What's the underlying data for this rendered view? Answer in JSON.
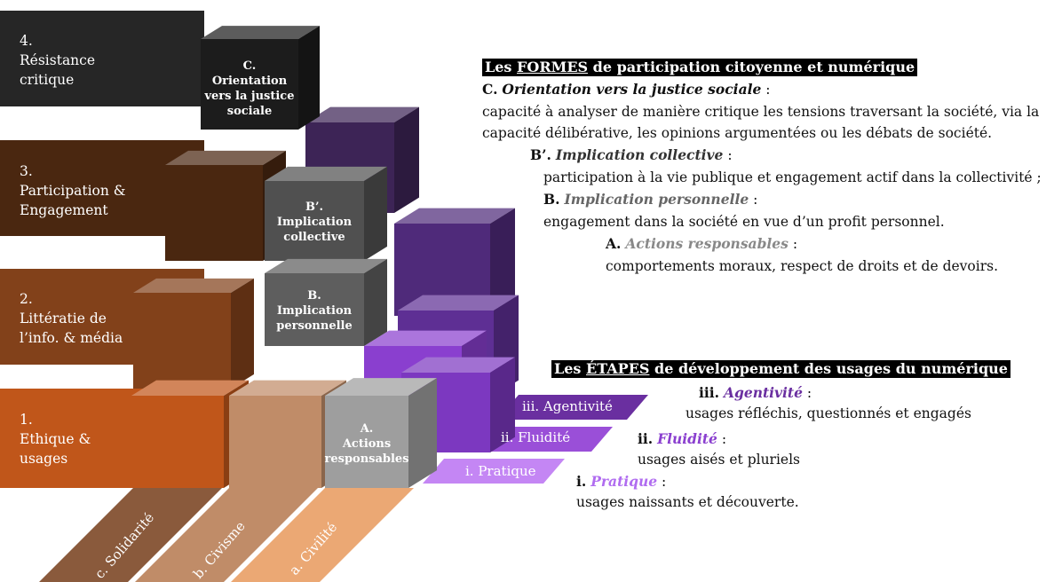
{
  "levels": [
    {
      "num": "4.",
      "label": "Résistance\ncritique",
      "color": "#262626"
    },
    {
      "num": "3.",
      "label": "Participation &\nEngagement",
      "color": "#4a2710"
    },
    {
      "num": "2.",
      "label": "Littératie de\nl’info. & média",
      "color": "#82411a"
    },
    {
      "num": "1.",
      "label": "Ethique &\nusages",
      "color": "#c0561a"
    }
  ],
  "cubes": [
    {
      "label": "C.\nOrientation\nvers la justice\nsociale",
      "color": "#1c1c1c"
    },
    {
      "label": "B’.\nImplication\ncollective",
      "color": "#505050"
    },
    {
      "label": "B.\nImplication\npersonnelle",
      "color": "#5e5e5e"
    },
    {
      "label": "A.\nActions\nresponsables",
      "color": "#9e9e9e"
    }
  ],
  "axis": [
    {
      "label": "c. Solidarité",
      "color": "#8a5a3c"
    },
    {
      "label": "b. Civisme",
      "color": "#c08c68"
    },
    {
      "label": "a. Civilité",
      "color": "#eba874"
    }
  ],
  "stages": [
    {
      "label": "iii. Agentivité",
      "color": "#6a2fa0"
    },
    {
      "label": "ii. Fluidité",
      "color": "#9a4fd8"
    },
    {
      "label": "i. Pratique",
      "color": "#c486f4"
    }
  ],
  "formes": {
    "title_pre": "Les ",
    "title_u": "FORMES",
    "title_post": " de participation citoyenne et numérique",
    "c_letter": "C.",
    "c_name": "Orientation vers la justice sociale",
    "c_sep": " :",
    "c_desc1": "capacité à analyser de manière critique les tensions traversant la société, via la",
    "c_desc2": "capacité délibérative, les opinions argumentées ou les débats de société.",
    "bp_letter": "B’.",
    "bp_name": "Implication collective",
    "bp_sep": " :",
    "bp_desc": "participation à la vie publique et engagement actif dans la collectivité ;",
    "b_letter": "B.",
    "b_name": "Implication personnelle",
    "b_sep": " :",
    "b_desc": "engagement dans la société en vue d’un profit personnel.",
    "a_letter": "A.",
    "a_name": "Actions responsables",
    "a_sep": " :",
    "a_desc": "comportements moraux, respect de droits et de devoirs."
  },
  "etapes": {
    "title_pre": "Les ",
    "title_u": "ÉTAPES",
    "title_post": " de développement des usages du numérique",
    "iii_num": "iii.",
    "iii_name": "Agentivité",
    "iii_sep": " :",
    "iii_desc": "usages réfléchis, questionnés et engagés",
    "ii_num": "ii.",
    "ii_name": "Fluidité",
    "ii_sep": " :",
    "ii_desc": "usages aisés et pluriels",
    "i_num": "i.",
    "i_name": "Pratique",
    "i_sep": " :",
    "i_desc": "usages naissants et découverte."
  }
}
